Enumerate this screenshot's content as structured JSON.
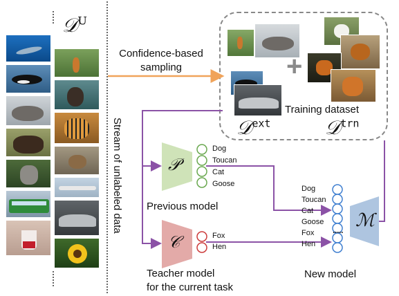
{
  "stream": {
    "symbol_main": "𝒟",
    "symbol_sup": "U",
    "label": "Stream of unlabeled data",
    "images_left": [
      "shark",
      "orca",
      "cat",
      "bear",
      "raccoon",
      "bus",
      "dessert"
    ],
    "images_right": [
      "bird",
      "sea lion",
      "tiger",
      "pika",
      "airplane",
      "car",
      "sunflower"
    ]
  },
  "sampling": {
    "label_line1": "Confidence-based",
    "label_line2": "sampling"
  },
  "training": {
    "label": "Training dataset",
    "ext_main": "𝒟",
    "ext_sup": "ext",
    "trn_main": "𝒟",
    "trn_sup": "trn",
    "plus_symbol": "+",
    "ext_images": [
      "bird",
      "cat",
      "orca",
      "car"
    ],
    "trn_images": [
      "hen",
      "hen",
      "fox",
      "fox"
    ]
  },
  "previous_model": {
    "symbol": "𝒫",
    "label": "Previous model",
    "classes": [
      "Dog",
      "Toucan",
      "Cat",
      "Goose"
    ]
  },
  "teacher_model": {
    "symbol": "𝒞",
    "label_line1": "Teacher model",
    "label_line2": "for the current task",
    "classes": [
      "Fox",
      "Hen"
    ]
  },
  "new_model": {
    "symbol": "ℳ",
    "label": "New model",
    "classes": [
      "Dog",
      "Toucan",
      "Cat",
      "Goose",
      "Fox",
      "Hen"
    ]
  },
  "colors": {
    "sampling_arrow": "#f0a35a",
    "flow_arrow": "#8b52a6",
    "previous_model_fill": "#cfe3b8",
    "previous_node": "#6aa84f",
    "teacher_model_fill": "#e3aaa8",
    "teacher_node": "#cc3b3b",
    "new_model_fill": "#aec5e0",
    "new_node": "#3f7fd0"
  }
}
